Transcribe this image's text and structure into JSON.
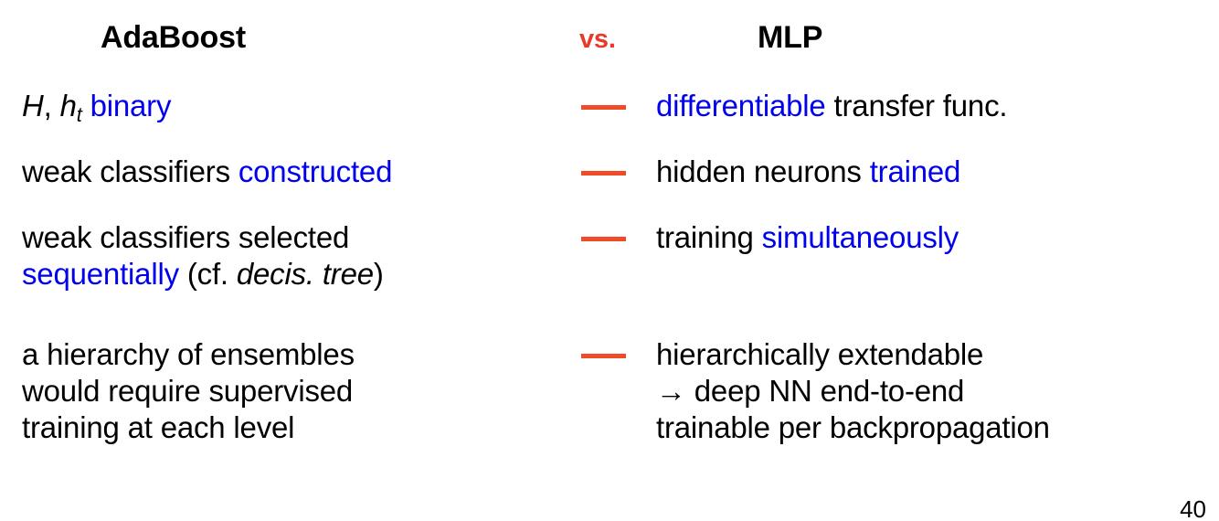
{
  "slide": {
    "header": {
      "left_title": "AdaBoost",
      "separator": "vs.",
      "right_title": "MLP"
    },
    "colors": {
      "text": "#000000",
      "highlight_blue": "#0000ee",
      "separator_red": "#e8392a",
      "dash_red": "#f04b28",
      "background": "#ffffff"
    },
    "separator_dash": "—",
    "rows": [
      {
        "left": {
          "line1": {
            "part1_italic": "H",
            "part2": ", ",
            "part3_italic": "h",
            "part3_sub": "t",
            "part4": " ",
            "part5_blue": "binary"
          }
        },
        "right": {
          "line1": {
            "part1_blue": "differentiable",
            "part2": " transfer func."
          }
        }
      },
      {
        "left": {
          "line1": {
            "part1": "weak classifiers ",
            "part2_blue": "constructed"
          }
        },
        "right": {
          "line1": {
            "part1": "hidden neurons ",
            "part2_blue": "trained"
          }
        }
      },
      {
        "left": {
          "line1": {
            "part1": "weak classifiers selected"
          },
          "line2": {
            "part1_blue": "sequentially",
            "part2": " (cf. ",
            "part3_italic": "decis. tree",
            "part4": ")"
          }
        },
        "right": {
          "line1": {
            "part1": "training ",
            "part2_blue": "simultaneously"
          }
        }
      },
      {
        "left": {
          "line1": {
            "part1": "a hierarchy of ensembles"
          },
          "line2": {
            "part1": "would require supervised"
          },
          "line3": {
            "part1": "training at each level"
          }
        },
        "right": {
          "line1": {
            "part1": "hierarchically extendable"
          },
          "line2": {
            "part1": "→ deep NN end-to-end"
          },
          "line3": {
            "part1": "trainable per backpropagation"
          }
        }
      }
    ],
    "page_number": "40"
  }
}
